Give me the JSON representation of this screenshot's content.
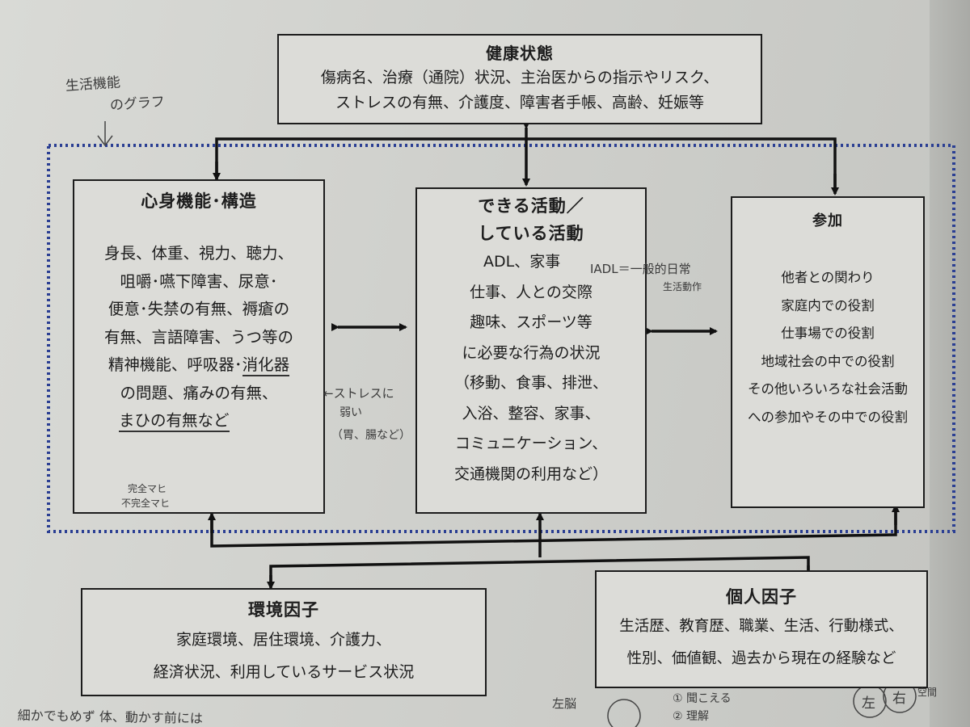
{
  "health": {
    "title": "健康状態",
    "lines": [
      "傷病名、治療（通院）状況、主治医からの指示やリスク、",
      "ストレスの有無、介護度、障害者手帳、高齢、妊娠等"
    ]
  },
  "body_function": {
    "title": "心身機能･構造",
    "lines": [
      "身長、体重、視力、聴力、",
      "咀嚼･嚥下障害、尿意･",
      "便意･失禁の有無、褥瘡の",
      "有無、言語障害、うつ等の",
      "精神機能、呼吸器･",
      "の問題、痛みの有無、",
      "まひの有無など"
    ],
    "underlined": [
      "消化器"
    ]
  },
  "activity": {
    "title_lines": [
      "できる活動／",
      "している活動"
    ],
    "lines": [
      "ADL、家事",
      "仕事、人との交際",
      "趣味、スポーツ等",
      "に必要な行為の状況",
      "（移動、食事、排泄、",
      "入浴、整容、家事、",
      "コミュニケーション、",
      "交通機関の利用など）"
    ]
  },
  "participation": {
    "title": "参加",
    "lines": [
      "他者との関わり",
      "家庭内での役割",
      "仕事場での役割",
      "地域社会の中での役割",
      "その他いろいろな社会活動",
      "への参加やその中での役割"
    ]
  },
  "environment": {
    "title": "環境因子",
    "lines": [
      "家庭環境、居住環境、介護力、",
      "経済状況、利用しているサービス状況"
    ]
  },
  "personal": {
    "title": "個人因子",
    "lines": [
      "生活歴、教育歴、職業、生活、行動様式、",
      "性別、価値観、過去から現在の経験など"
    ]
  },
  "handwritten": {
    "top_left_1": "生活機能",
    "top_left_2": "のグラフ",
    "iadl": "IADL＝一般的日常",
    "iadl_2": "生活動作",
    "stress_1": "←ストレスに",
    "stress_2": "弱い",
    "stress_3": "（胃、腸など）",
    "paralysis_1": "完全マヒ",
    "paralysis_2": "不完全マヒ",
    "bottom_left": "細かでもめず 体、動かす前には",
    "bottom_mid": "左脳",
    "bottom_list_1": "① 聞こえる",
    "bottom_list_2": "② 理解",
    "bottom_left_char": "左",
    "bottom_right_char": "右",
    "bottom_right_note": "空間"
  },
  "colors": {
    "dotted_border": "#2b3f93",
    "box_border": "#1c1c1c",
    "arrow": "#111111"
  }
}
